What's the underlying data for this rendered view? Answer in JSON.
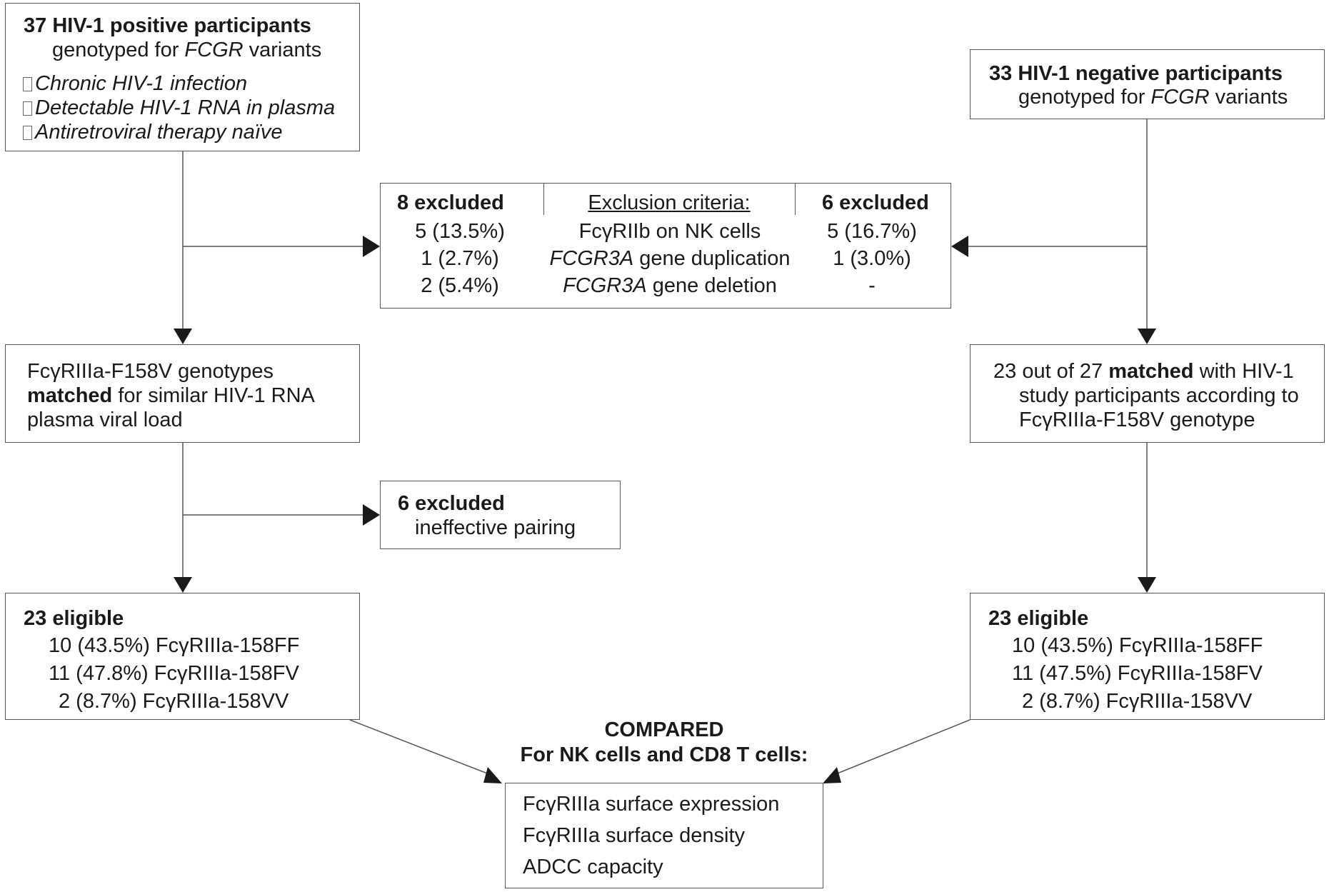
{
  "hiv_pos_box": {
    "count_title": "37 HIV-1 positive participants",
    "genotyped_prefix": "genotyped for ",
    "gene": "FCGR",
    "genotyped_suffix": " variants",
    "criteria": [
      "Chronic HIV-1 infection",
      "Detectable HIV-1 RNA in plasma",
      "Antiretroviral therapy naïve"
    ]
  },
  "hiv_neg_box": {
    "count_title": "33 HIV-1 negative participants",
    "genotyped_prefix": "genotyped for ",
    "gene": "FCGR",
    "genotyped_suffix": " variants"
  },
  "exclusion_box": {
    "left_header": "8 excluded",
    "middle_header": "Exclusion criteria:",
    "right_header": "6 excluded",
    "rows": [
      {
        "left": "5 (13.5%)",
        "crit_italic": "",
        "crit_plain": "FcγRIIb on NK cells",
        "right": "5 (16.7%)"
      },
      {
        "left": "1 (2.7%)",
        "crit_italic": "FCGR3A",
        "crit_plain": " gene duplication",
        "right": "1 (3.0%)"
      },
      {
        "left": "2 (5.4%)",
        "crit_italic": "FCGR3A",
        "crit_plain": " gene deletion",
        "right": "-"
      }
    ]
  },
  "left_matched_box": {
    "line1": "FcγRIIIa-F158V genotypes",
    "line2_bold": "matched",
    "line2_rest": " for similar HIV-1 RNA",
    "line3": "plasma viral load"
  },
  "right_matched_box": {
    "line1_prefix": "23 out of 27 ",
    "line1_bold": "matched",
    "line1_suffix": " with HIV-1",
    "line2": "study participants according to",
    "line3": "FcγRIIIa-F158V genotype"
  },
  "pairing_box": {
    "title": "6 excluded",
    "reason": "ineffective pairing"
  },
  "left_eligible_box": {
    "title": "23 eligible",
    "lines": [
      "10 (43.5%) FcγRIIIa-158FF",
      "11 (47.8%) FcγRIIIa-158FV",
      "2 (8.7%) FcγRIIIa-158VV"
    ]
  },
  "right_eligible_box": {
    "title": "23 eligible",
    "lines": [
      "10 (43.5%) FcγRIIIa-158FF",
      "11 (47.5%) FcγRIIIa-158FV",
      "2 (8.7%) FcγRIIIa-158VV"
    ]
  },
  "compared": {
    "title": "COMPARED",
    "subtitle": "For NK cells and CD8 T cells:",
    "items": [
      "FcγRIIIa surface expression",
      "FcγRIIIa surface density",
      "ADCC capacity"
    ]
  },
  "colors": {
    "line": "#555555",
    "arrowhead": "#1a1a1a",
    "text": "#1a1a1a"
  }
}
